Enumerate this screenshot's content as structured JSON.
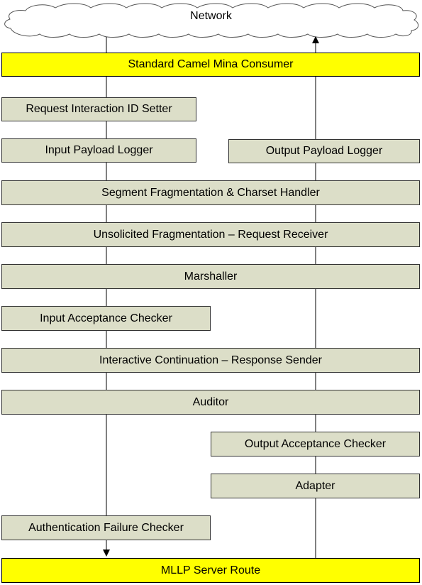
{
  "colors": {
    "stage_fill": "#dcdec8",
    "endpoint_fill": "#ffff00",
    "line": "#000000"
  },
  "network": {
    "label": "Network"
  },
  "consumer": {
    "label": "Standard Camel Mina Consumer"
  },
  "route": {
    "label": "MLLP Server Route"
  },
  "stages": {
    "request_interaction_id_setter": "Request Interaction ID Setter",
    "input_payload_logger": "Input Payload Logger",
    "output_payload_logger": "Output Payload Logger",
    "segment_fragmentation": "Segment Fragmentation & Charset Handler",
    "unsolicited_fragmentation": "Unsolicited Fragmentation – Request Receiver",
    "marshaller": "Marshaller",
    "input_acceptance_checker": "Input Acceptance Checker",
    "interactive_continuation": "Interactive Continuation – Response Sender",
    "auditor": "Auditor",
    "output_acceptance_checker": "Output Acceptance Checker",
    "adapter": "Adapter",
    "authentication_failure_checker": "Authentication Failure Checker"
  }
}
